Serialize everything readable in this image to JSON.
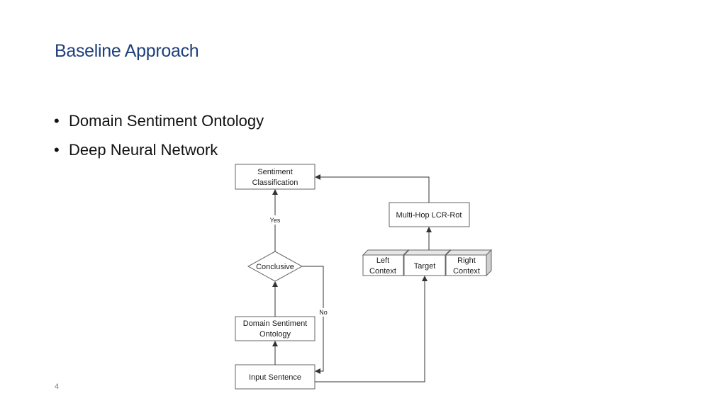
{
  "slide": {
    "title": "Baseline Approach",
    "bullets": [
      "Domain Sentiment Ontology",
      "Deep Neural Network"
    ],
    "page_number": "4"
  },
  "diagram": {
    "nodes": {
      "sentiment_classification": [
        "Sentiment",
        "Classification"
      ],
      "multi_hop": "Multi-Hop LCR-Rot",
      "conclusive": "Conclusive",
      "domain_ontology": [
        "Domain Sentiment",
        "Ontology"
      ],
      "input_sentence": "Input Sentence",
      "left_context": [
        "Left",
        "Context"
      ],
      "target": "Target",
      "right_context": [
        "Right",
        "Context"
      ]
    },
    "edge_labels": {
      "yes": "Yes",
      "no": "No"
    }
  }
}
